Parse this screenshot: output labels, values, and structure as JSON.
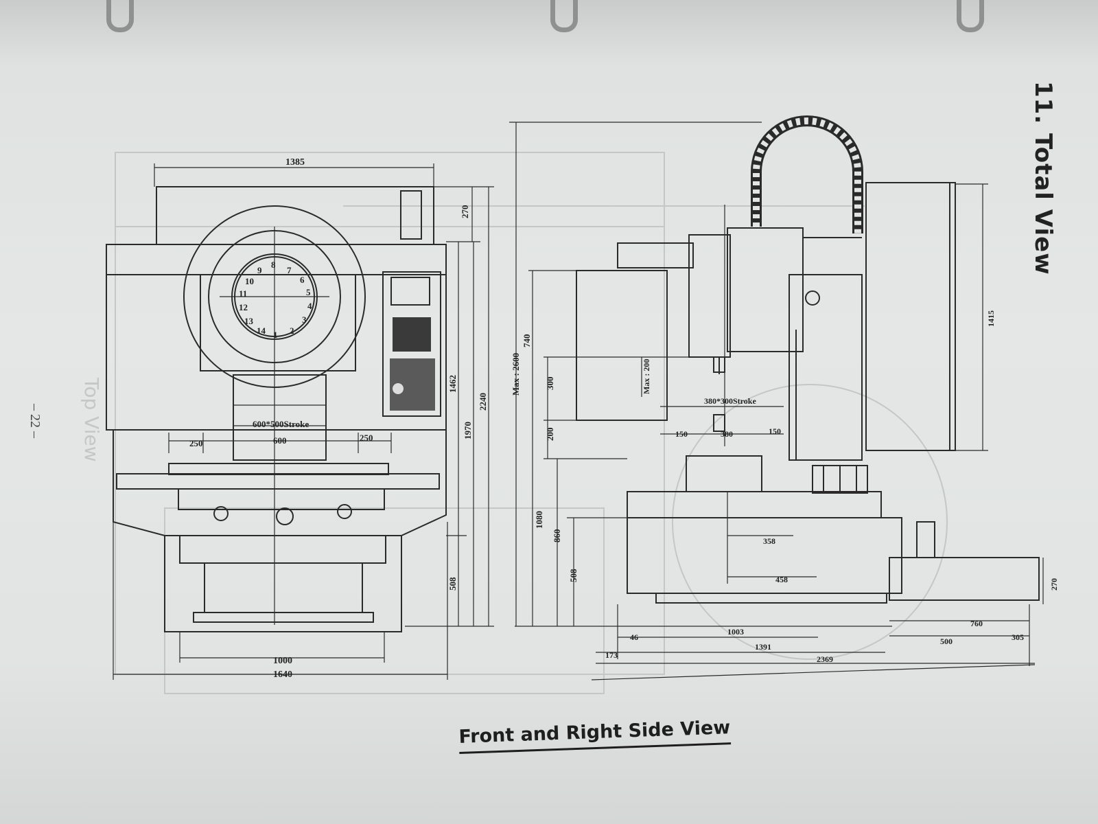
{
  "document": {
    "heading": "11. Total View",
    "caption": "Front and Right Side View",
    "page_number": "– 22 –",
    "show_through_label": "Top View"
  },
  "front_view": {
    "dims": {
      "w1385": "1385",
      "h270": "270",
      "h1462": "1462",
      "h1970": "1970",
      "h2240": "2240",
      "h508": "508",
      "stroke": "600*500Stroke",
      "w600": "600",
      "w250a": "250",
      "w250b": "250",
      "w1000": "1000",
      "w1640": "1640"
    },
    "magazine_numbers": [
      "8",
      "9",
      "10",
      "11",
      "12",
      "13",
      "14",
      "1",
      "2",
      "3",
      "4",
      "5",
      "6",
      "7"
    ]
  },
  "side_view": {
    "dims": {
      "h2600": "Max : 2600",
      "h740": "740",
      "h300": "300",
      "h200": "200",
      "h1080": "1080",
      "h860": "860",
      "h508": "508",
      "maxz": "Max : 200",
      "stroke": "380*300Stroke",
      "w150a": "150",
      "w380": "380",
      "w150b": "150",
      "w358": "358",
      "w458": "458",
      "h1415": "1415",
      "h270": "270",
      "w760": "760",
      "w500": "500",
      "w305": "305",
      "w46": "46",
      "w1003": "1003",
      "w173": "173",
      "w1391": "1391",
      "w2369": "2369"
    }
  },
  "colors": {
    "paper": "#e2e5e4",
    "ink": "#222222",
    "show_through": "#c3c7c6"
  }
}
